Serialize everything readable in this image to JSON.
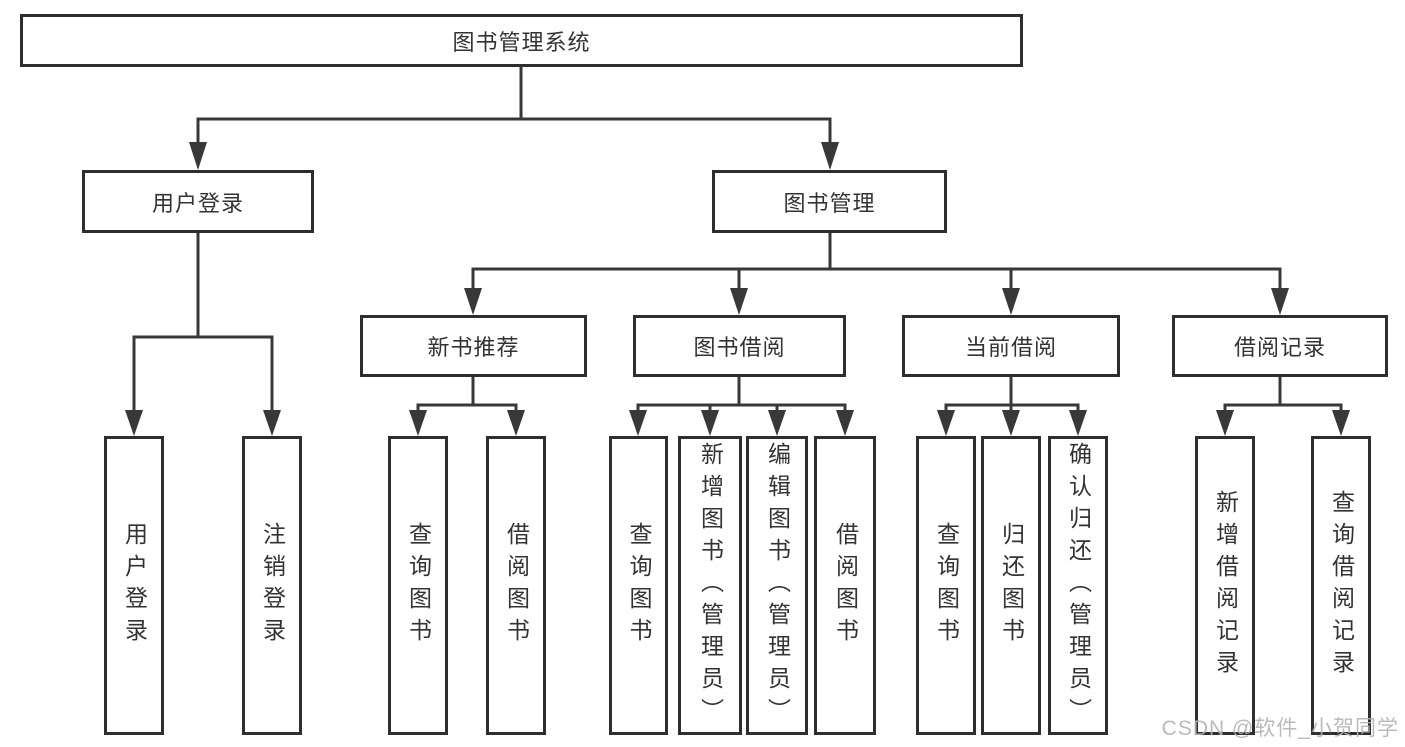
{
  "colors": {
    "line": "#383838",
    "box_border": "#2e2e2e",
    "text": "#333333",
    "watermark": "#b3b3b3",
    "background": "#ffffff"
  },
  "tree": {
    "label": "图书管理系统",
    "children": [
      {
        "label": "用户登录",
        "children": [
          {
            "label": "用户登录"
          },
          {
            "label": "注销登录"
          }
        ]
      },
      {
        "label": "图书管理",
        "children": [
          {
            "label": "新书推荐",
            "children": [
              {
                "label": "查询图书"
              },
              {
                "label": "借阅图书"
              }
            ]
          },
          {
            "label": "图书借阅",
            "children": [
              {
                "label": "查询图书"
              },
              {
                "label": "新增图书（管理员）"
              },
              {
                "label": "编辑图书（管理员）"
              },
              {
                "label": "借阅图书"
              }
            ]
          },
          {
            "label": "当前借阅",
            "children": [
              {
                "label": "查询图书"
              },
              {
                "label": "归还图书"
              },
              {
                "label": "确认归还（管理员）"
              }
            ]
          },
          {
            "label": "借阅记录",
            "children": [
              {
                "label": "新增借阅记录"
              },
              {
                "label": "查询借阅记录"
              }
            ]
          }
        ]
      }
    ]
  },
  "watermark": {
    "text": "CSDN @软件_小贺同学"
  }
}
